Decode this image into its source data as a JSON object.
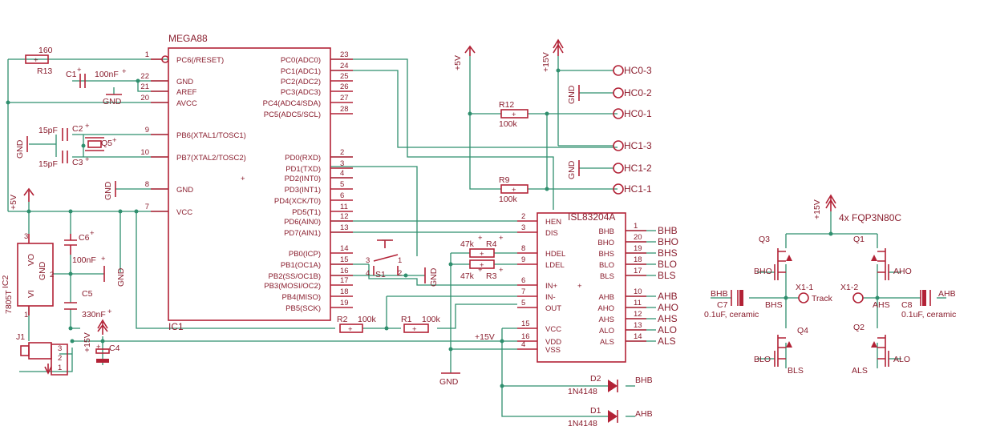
{
  "ic1": {
    "name": "MEGA88",
    "ref": "IC1",
    "pins_left": [
      {
        "num": "1",
        "label": "PC6(/RESET)"
      },
      {
        "num": "22",
        "label": "GND"
      },
      {
        "num": "21",
        "label": "AREF"
      },
      {
        "num": "20",
        "label": "AVCC"
      },
      {
        "num": "9",
        "label": "PB6(XTAL1/TOSC1)"
      },
      {
        "num": "10",
        "label": "PB7(XTAL2/TOSC2)"
      },
      {
        "num": "8",
        "label": "GND"
      },
      {
        "num": "7",
        "label": "VCC"
      }
    ],
    "pins_right": [
      {
        "num": "23",
        "label": "PC0(ADC0)"
      },
      {
        "num": "24",
        "label": "PC1(ADC1)"
      },
      {
        "num": "25",
        "label": "PC2(ADC2)"
      },
      {
        "num": "26",
        "label": "PC3(ADC3)"
      },
      {
        "num": "27",
        "label": "PC4(ADC4/SDA)"
      },
      {
        "num": "28",
        "label": "PC5(ADC5/SCL)"
      },
      {
        "num": "2",
        "label": "PD0(RXD)"
      },
      {
        "num": "3",
        "label": "PD1(TXD)"
      },
      {
        "num": "4",
        "label": "PD2(INT0)"
      },
      {
        "num": "5",
        "label": "PD3(INT1)"
      },
      {
        "num": "6",
        "label": "PD4(XCK/T0)"
      },
      {
        "num": "11",
        "label": "PD5(T1)"
      },
      {
        "num": "12",
        "label": "PD6(AIN0)"
      },
      {
        "num": "13",
        "label": "PD7(AIN1)"
      },
      {
        "num": "14",
        "label": "PB0(ICP)"
      },
      {
        "num": "15",
        "label": "PB1(OC1A)"
      },
      {
        "num": "16",
        "label": "PB2(SS/OC1B)"
      },
      {
        "num": "17",
        "label": "PB3(MOSI/OC2)"
      },
      {
        "num": "18",
        "label": "PB4(MISO)"
      },
      {
        "num": "19",
        "label": "PB5(SCK)"
      }
    ]
  },
  "ic2": {
    "name": "ISL83204A",
    "pins_left": [
      {
        "num": "2",
        "label": "HEN"
      },
      {
        "num": "3",
        "label": "DIS"
      },
      {
        "num": "8",
        "label": "HDEL"
      },
      {
        "num": "9",
        "label": "LDEL"
      },
      {
        "num": "6",
        "label": "IN+"
      },
      {
        "num": "7",
        "label": "IN-"
      },
      {
        "num": "5",
        "label": "OUT"
      },
      {
        "num": "15",
        "label": "VCC"
      },
      {
        "num": "16",
        "label": "VDD"
      },
      {
        "num": "4",
        "label": "VSS"
      }
    ],
    "pins_right": [
      {
        "num": "1",
        "label": "BHB",
        "net": "BHB"
      },
      {
        "num": "20",
        "label": "BHO",
        "net": "BHO"
      },
      {
        "num": "19",
        "label": "BHS",
        "net": "BHS"
      },
      {
        "num": "18",
        "label": "BLO",
        "net": "BLO"
      },
      {
        "num": "17",
        "label": "BLS",
        "net": "BLS"
      },
      {
        "num": "10",
        "label": "AHB",
        "net": "AHB"
      },
      {
        "num": "11",
        "label": "AHO",
        "net": "AHO"
      },
      {
        "num": "12",
        "label": "AHS",
        "net": "AHS"
      },
      {
        "num": "13",
        "label": "ALO",
        "net": "ALO"
      },
      {
        "num": "14",
        "label": "ALS",
        "net": "ALS"
      }
    ]
  },
  "components": {
    "r13_val": "160",
    "r13_ref": "R13",
    "c1_ref": "C1",
    "c1_val": "100nF",
    "c2_ref": "C2",
    "c2_val": "15pF",
    "c3_ref": "C3",
    "c3_val": "15pF",
    "q5_ref": "Q5",
    "r12_ref": "R12",
    "r12_val": "100k",
    "r9_ref": "R9",
    "r9_val": "100k",
    "r4_ref": "R4",
    "r4_val": "47k",
    "r3_ref": "R3",
    "r3_val": "47k",
    "r2_ref": "R2",
    "r2_val": "100k",
    "r1_ref": "R1",
    "r1_val": "100k",
    "c6_ref": "C6",
    "c6_val": "100nF",
    "c5_ref": "C5",
    "c5_val": "330nF",
    "c4_ref": "C4",
    "ic2reg_ref": "IC2",
    "ic2reg_part": "7805T",
    "ic2reg_vo": "VO",
    "ic2reg_gnd": "GND",
    "ic2reg_vi": "VI",
    "ic2reg_p1": "1",
    "ic2reg_p2": "2",
    "ic2reg_p3": "3",
    "j1_ref": "J1",
    "j1_p1": "1",
    "j1_p2": "2",
    "j1_p3": "3",
    "s1_ref": "S1",
    "s1_p1": "1",
    "s1_p2": "2",
    "s1_p3": "3",
    "s1_p4": "4",
    "d2_ref": "D2",
    "d2_val": "1N4148",
    "d2_net": "BHB",
    "d1_ref": "D1",
    "d1_val": "1N4148",
    "d1_net": "AHB"
  },
  "connectors": [
    "HC0-3",
    "HC0-2",
    "HC0-1",
    "HC1-3",
    "HC1-2",
    "HC1-1"
  ],
  "power": {
    "gnd": "GND",
    "p5v": "+5V",
    "p15v": "+15V"
  },
  "bridge": {
    "title": "4x FQP3N80C",
    "q3": "Q3",
    "q1": "Q1",
    "q4": "Q4",
    "q2": "Q2",
    "bho": "BHO",
    "aho": "AHO",
    "blo": "BLO",
    "alo": "ALO",
    "bls": "BLS",
    "als": "ALS",
    "bhs": "BHS",
    "ahs": "AHS",
    "bhb": "BHB",
    "ahb": "AHB",
    "c7_ref": "C7",
    "c7_val": "0.1uF, ceramic",
    "c8_ref": "C8",
    "c8_val": "0.1uF, ceramic",
    "x1_1": "X1-1",
    "x1_2": "X1-2",
    "track": "Track"
  }
}
